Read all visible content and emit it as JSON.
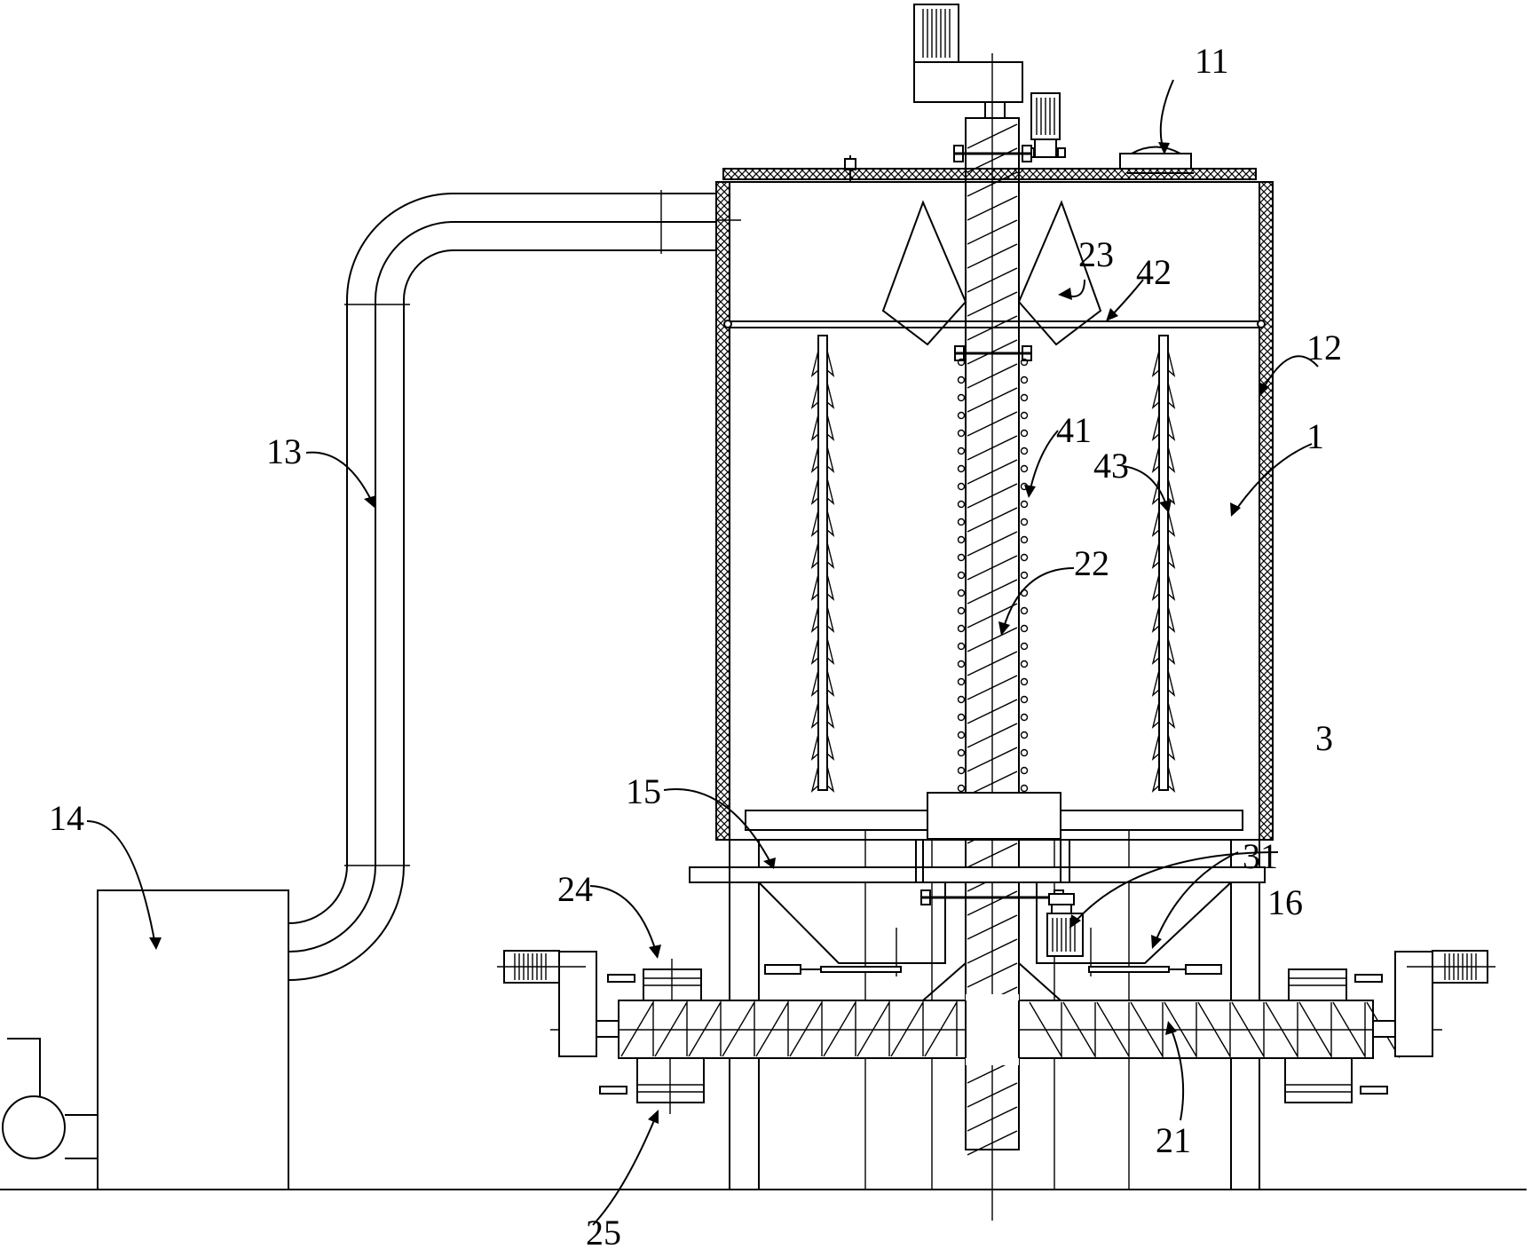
{
  "figure": {
    "labels": {
      "l1": "1",
      "l3": "3",
      "l11": "11",
      "l12": "12",
      "l13": "13",
      "l14": "14",
      "l15": "15",
      "l16": "16",
      "l21": "21",
      "l22": "22",
      "l23": "23",
      "l24": "24",
      "l25": "25",
      "l31": "31",
      "l41": "41",
      "l42": "42",
      "l43": "43"
    },
    "colors": {
      "line": "#000000",
      "background": "#ffffff",
      "hatch": "#000000"
    }
  }
}
